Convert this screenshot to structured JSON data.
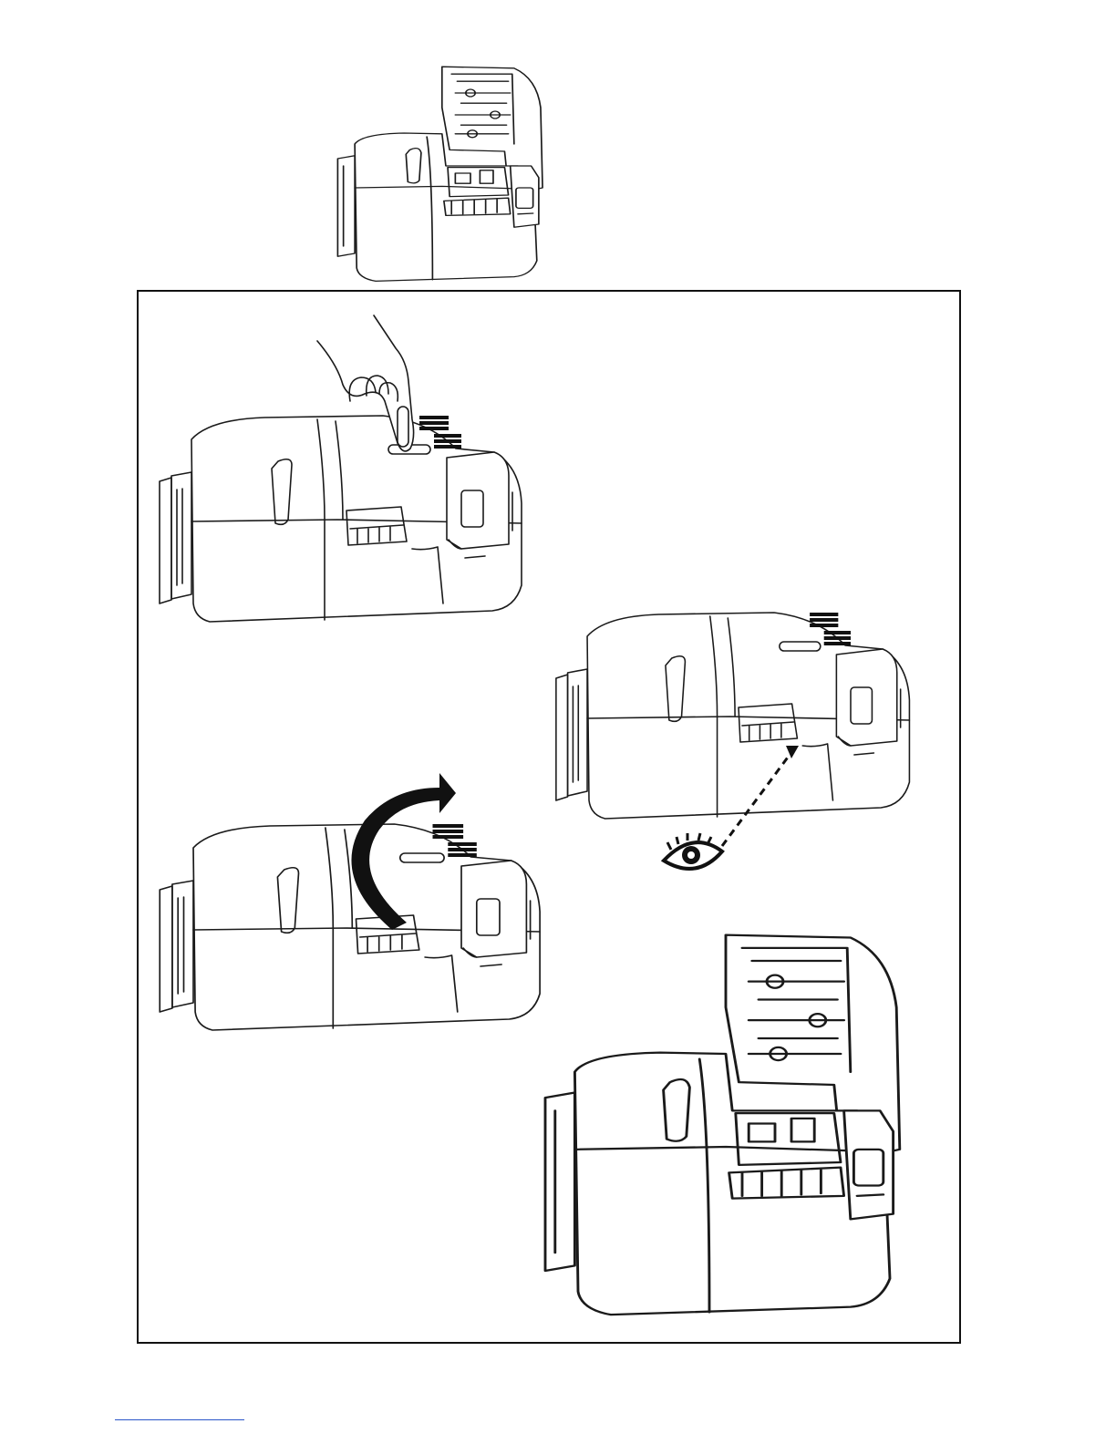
{
  "page": {
    "figures": [
      {
        "id": "fig-open-top",
        "icon": "printer-open-lid"
      },
      {
        "id": "fig-press-button",
        "icon": "printer-press-release-button"
      },
      {
        "id": "fig-inspect-slot",
        "icon": "printer-eye-inspect"
      },
      {
        "id": "fig-lift-lid",
        "icon": "printer-lift-lid-arrow"
      },
      {
        "id": "fig-open-bottom",
        "icon": "printer-open-lid"
      }
    ]
  },
  "colors": {
    "line": "#1a1a1a",
    "frame": "#111111",
    "footer_rule": "#2a55c8",
    "background": "#ffffff"
  }
}
